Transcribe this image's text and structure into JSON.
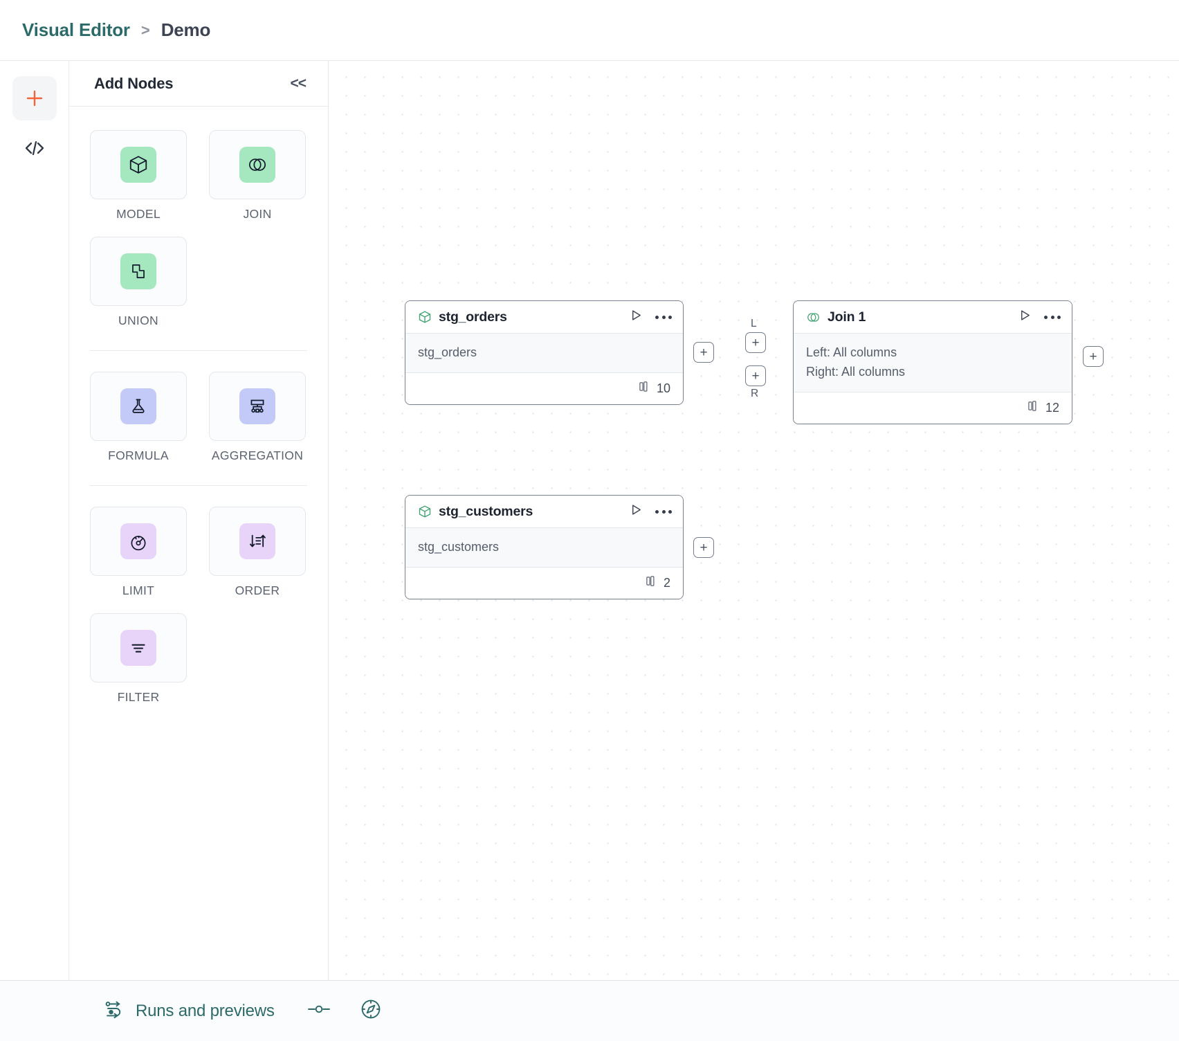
{
  "header": {
    "breadcrumb_root": "Visual Editor",
    "breadcrumb_separator": ">",
    "breadcrumb_leaf": "Demo"
  },
  "rail": {
    "add_icon": "plus-icon",
    "code_icon": "code-icon",
    "accent_color": "#F4633A"
  },
  "panel": {
    "title": "Add Nodes",
    "collapse_label": "<<",
    "groups": [
      {
        "name": "sources",
        "chip_color": "#A5E8C0",
        "items": [
          {
            "label": "MODEL",
            "icon": "cube-icon"
          },
          {
            "label": "JOIN",
            "icon": "venn-icon"
          },
          {
            "label": "UNION",
            "icon": "union-shapes-icon"
          }
        ]
      },
      {
        "name": "transforms",
        "chip_color": "#C3CAF7",
        "items": [
          {
            "label": "FORMULA",
            "icon": "flask-icon"
          },
          {
            "label": "AGGREGATION",
            "icon": "aggregation-tree-icon"
          }
        ]
      },
      {
        "name": "modifiers",
        "chip_color": "#E8D4F8",
        "items": [
          {
            "label": "LIMIT",
            "icon": "gauge-icon"
          },
          {
            "label": "ORDER",
            "icon": "sort-arrows-icon"
          },
          {
            "label": "FILTER",
            "icon": "filter-lines-icon"
          }
        ]
      }
    ]
  },
  "canvas": {
    "nodes": [
      {
        "id": "stg_orders",
        "title": "stg_orders",
        "icon": "cube-icon",
        "body_lines": [
          "stg_orders"
        ],
        "column_count": "10",
        "column_icon": "columns-icon",
        "run_icon": "play-icon",
        "menu_icon": "more-icon"
      },
      {
        "id": "stg_customers",
        "title": "stg_customers",
        "icon": "cube-icon",
        "body_lines": [
          "stg_customers"
        ],
        "column_count": "2",
        "column_icon": "columns-icon",
        "run_icon": "play-icon",
        "menu_icon": "more-icon"
      },
      {
        "id": "join_1",
        "title": "Join 1",
        "icon": "venn-icon",
        "body_lines": [
          "Left: All columns",
          "Right: All columns"
        ],
        "column_count": "12",
        "column_icon": "columns-icon",
        "run_icon": "play-icon",
        "menu_icon": "more-icon"
      }
    ],
    "ports": {
      "plus": "+",
      "left_tag": "L",
      "right_tag": "R"
    }
  },
  "footer": {
    "runs_label": "Runs and previews",
    "runs_icon": "flow-run-icon",
    "link_icon": "node-link-icon",
    "compass_icon": "compass-icon",
    "accent_color": "#2C6A69"
  }
}
